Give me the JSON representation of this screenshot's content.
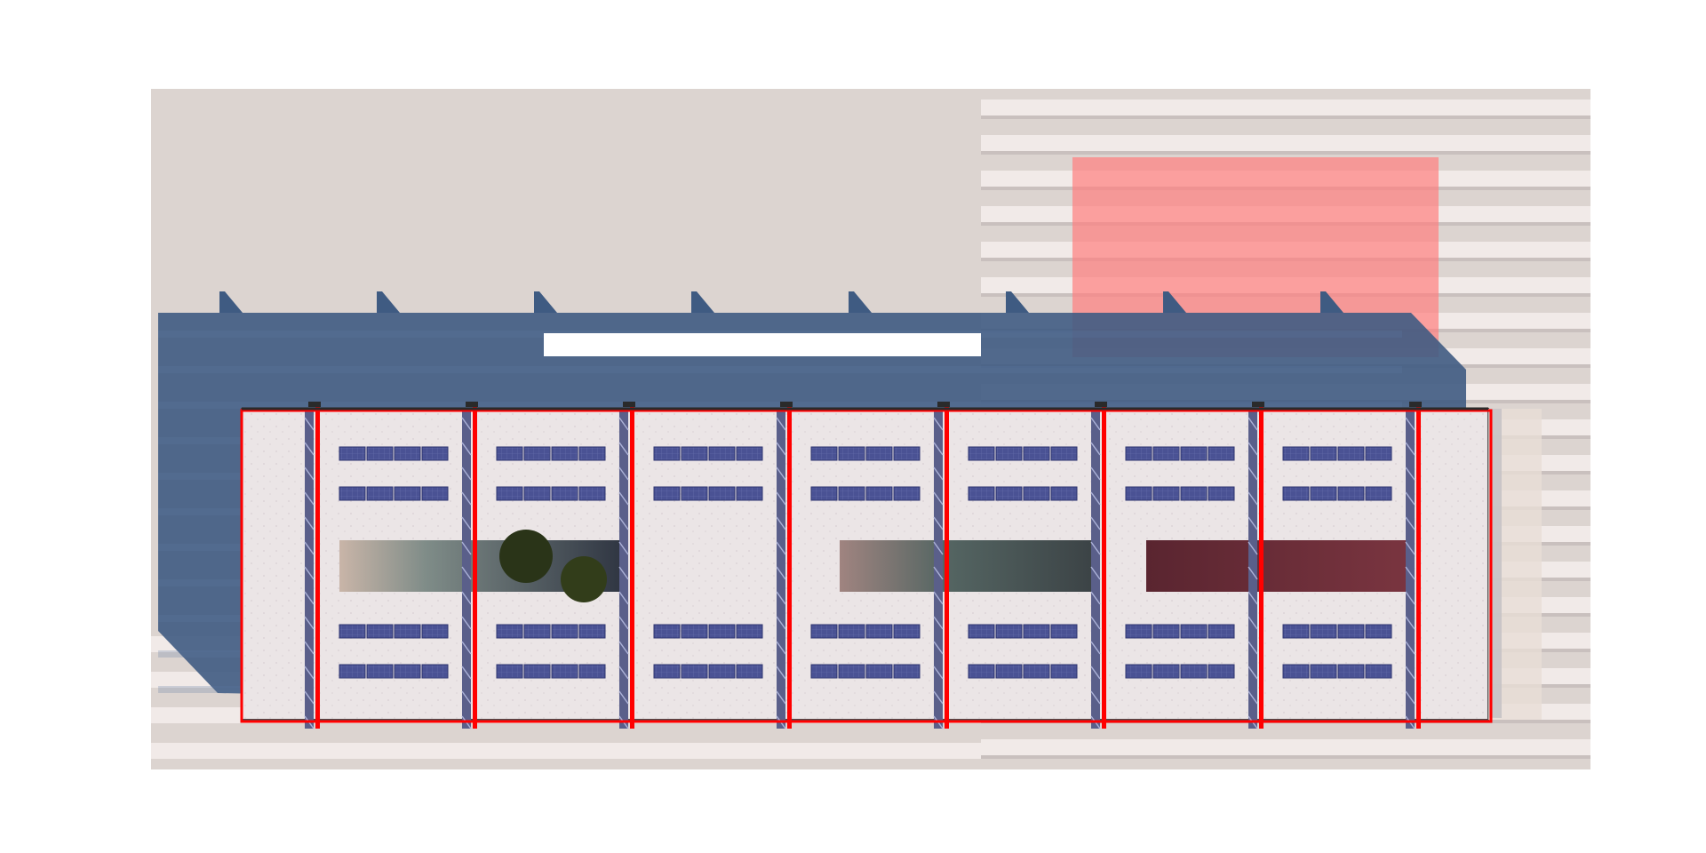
{
  "drawing": {
    "type": "roof-plan",
    "roof_bays": 8,
    "structural_frames": 8,
    "solar_arrays": {
      "per_bay": 4,
      "panels_per_array": 4
    },
    "skylights": [
      {
        "id": "skylight-west",
        "appearance": "view-with-trees"
      },
      {
        "id": "skylight-center",
        "appearance": "view-interior"
      },
      {
        "id": "skylight-east",
        "appearance": "dark-red-tint"
      }
    ],
    "overlay_zones": [
      {
        "id": "highlight-zone",
        "color": "#ff7f7f"
      }
    ],
    "colors": {
      "background": "#dcd4d0",
      "stripes": "#efe8e6",
      "shadow": "#3f5b82",
      "roof": "#e9e3e3",
      "frame": "#ff0000",
      "truss": "#5a5f8a",
      "panel": "#4a5294",
      "highlight": "#ff7f7f"
    }
  }
}
